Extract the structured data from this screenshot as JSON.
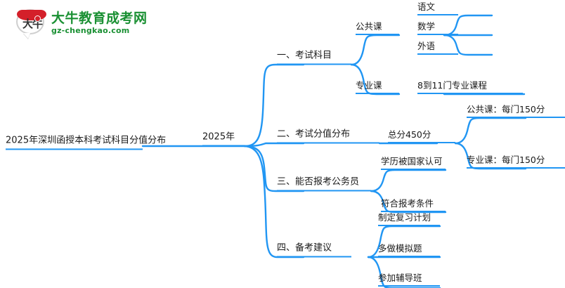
{
  "brand": {
    "name_cn": "大牛教育成考网",
    "name_en": "gz-chengkao.com",
    "mark_text": "大牛",
    "accent_green": "#1a9033",
    "accent_red": "#d4202a"
  },
  "mindmap": {
    "line_color": "#2196f3",
    "root": {
      "label": "2025年深圳函授本科考试科目分值分布"
    },
    "center": {
      "label": "2025年"
    },
    "branches": [
      {
        "label": "一、考试科目",
        "children": [
          {
            "label": "公共课",
            "children": [
              {
                "label": "语文"
              },
              {
                "label": "数学"
              },
              {
                "label": "外语"
              }
            ]
          },
          {
            "label": "专业课",
            "children": [
              {
                "label": "8到11门专业课程"
              }
            ]
          }
        ]
      },
      {
        "label": "二、考试分值分布",
        "children": [
          {
            "label": "总分450分",
            "children": [
              {
                "label": "公共课：每门150分"
              },
              {
                "label": "专业课：每门150分"
              }
            ]
          }
        ]
      },
      {
        "label": "三、能否报考公务员",
        "children": [
          {
            "label": "学历被国家认可"
          },
          {
            "label": "符合报考条件"
          }
        ]
      },
      {
        "label": "四、备考建议",
        "children": [
          {
            "label": "制定复习计划"
          },
          {
            "label": "多做模拟题"
          },
          {
            "label": "参加辅导班"
          }
        ]
      }
    ]
  }
}
